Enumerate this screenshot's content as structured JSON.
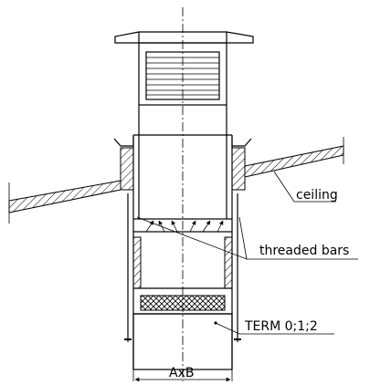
{
  "labels": {
    "ceiling": "ceiling",
    "threaded_bars": "threaded bars",
    "term": "TERM 0;1;2",
    "dimension": "AxB"
  }
}
